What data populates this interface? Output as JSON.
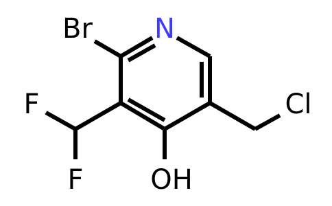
{
  "molecule": {
    "atoms": {
      "bromine": "Br",
      "nitrogen": "N",
      "chlorine": "Cl",
      "fluorine_top": "F",
      "fluorine_bottom": "F",
      "hydroxyl": "OH"
    },
    "colors": {
      "bond": "#000000",
      "default_atom": "#000000",
      "nitrogen": "#3b3bff",
      "background": "#ffffff"
    }
  }
}
